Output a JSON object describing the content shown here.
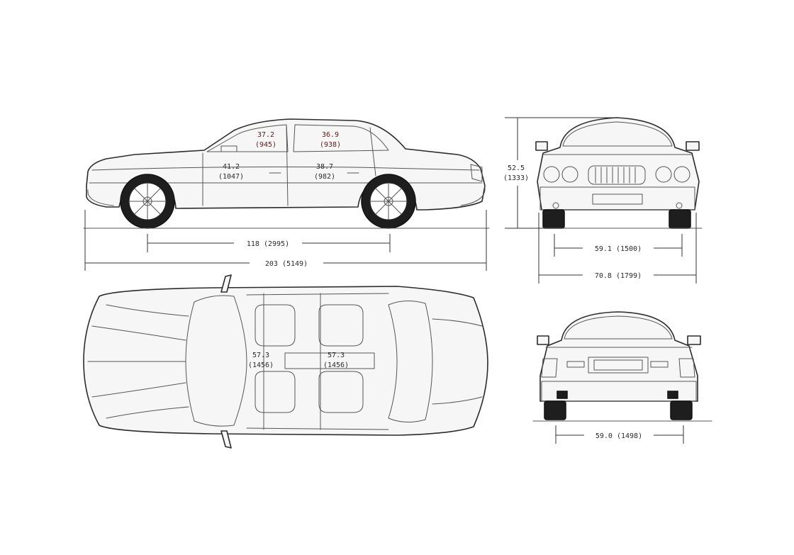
{
  "dimensions": {
    "side_view": {
      "front_headroom": {
        "value": "37.2",
        "metric": "(945)"
      },
      "rear_headroom": {
        "value": "36.9",
        "metric": "(938)"
      },
      "front_legroom": {
        "value": "41.2",
        "metric": "(1047)"
      },
      "rear_legroom": {
        "value": "38.7",
        "metric": "(982)"
      },
      "wheelbase": "118 (2995)",
      "overall_length": "203 (5149)"
    },
    "front_view": {
      "height": {
        "value": "52.5",
        "metric": "(1333)"
      },
      "front_track": "59.1 (1500)",
      "overall_width": "70.8 (1799)"
    },
    "top_view": {
      "front_shoulder_room": {
        "value": "57.3",
        "metric": "(1456)"
      },
      "rear_shoulder_room": {
        "value": "57.3",
        "metric": "(1456)"
      }
    },
    "rear_view": {
      "rear_track": "59.0 (1498)"
    }
  },
  "icons": [
    "car-side-view-icon",
    "car-front-view-icon",
    "car-top-view-icon",
    "car-rear-view-icon"
  ]
}
